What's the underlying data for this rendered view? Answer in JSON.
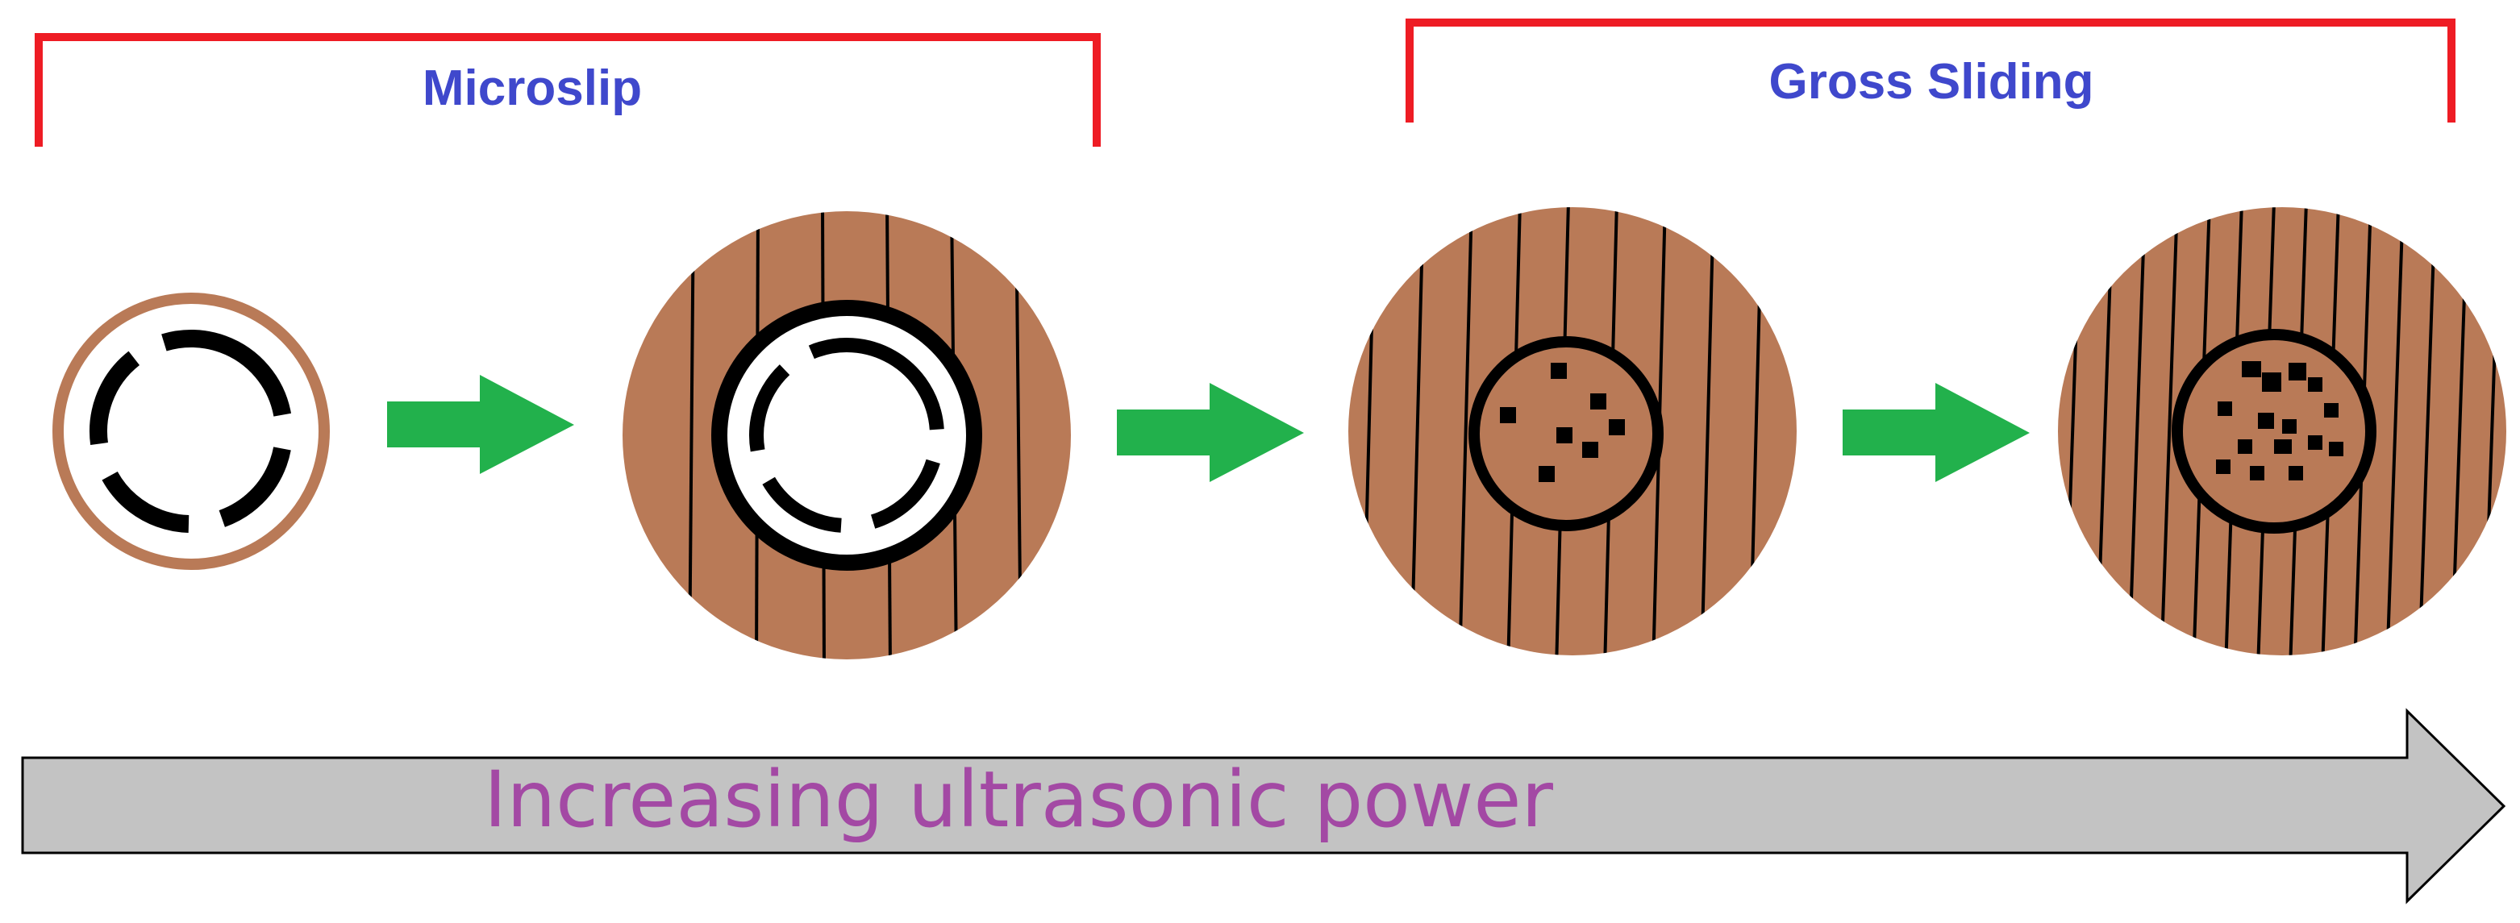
{
  "labels": {
    "microslip": "Microslip",
    "gross_sliding": "Gross Sliding",
    "power_arrow": "Increasing ultrasonic power"
  },
  "colors": {
    "bracket": "#ee1c24",
    "bracket_label": "#3f48cc",
    "power_label": "#a349a4",
    "step_arrow": "#22b14c",
    "big_arrow": "#c3c3c3",
    "copper": "#b97a57",
    "outline": "#000000"
  },
  "stages": [
    {
      "name": "stage-1",
      "shows": "contact-ring-with-broken-bond-segments"
    },
    {
      "name": "stage-2",
      "shows": "bond-ring-with-striations"
    },
    {
      "name": "stage-3",
      "shows": "bonded-center-with-few-particles"
    },
    {
      "name": "stage-4",
      "shows": "bonded-center-with-many-particles"
    }
  ]
}
